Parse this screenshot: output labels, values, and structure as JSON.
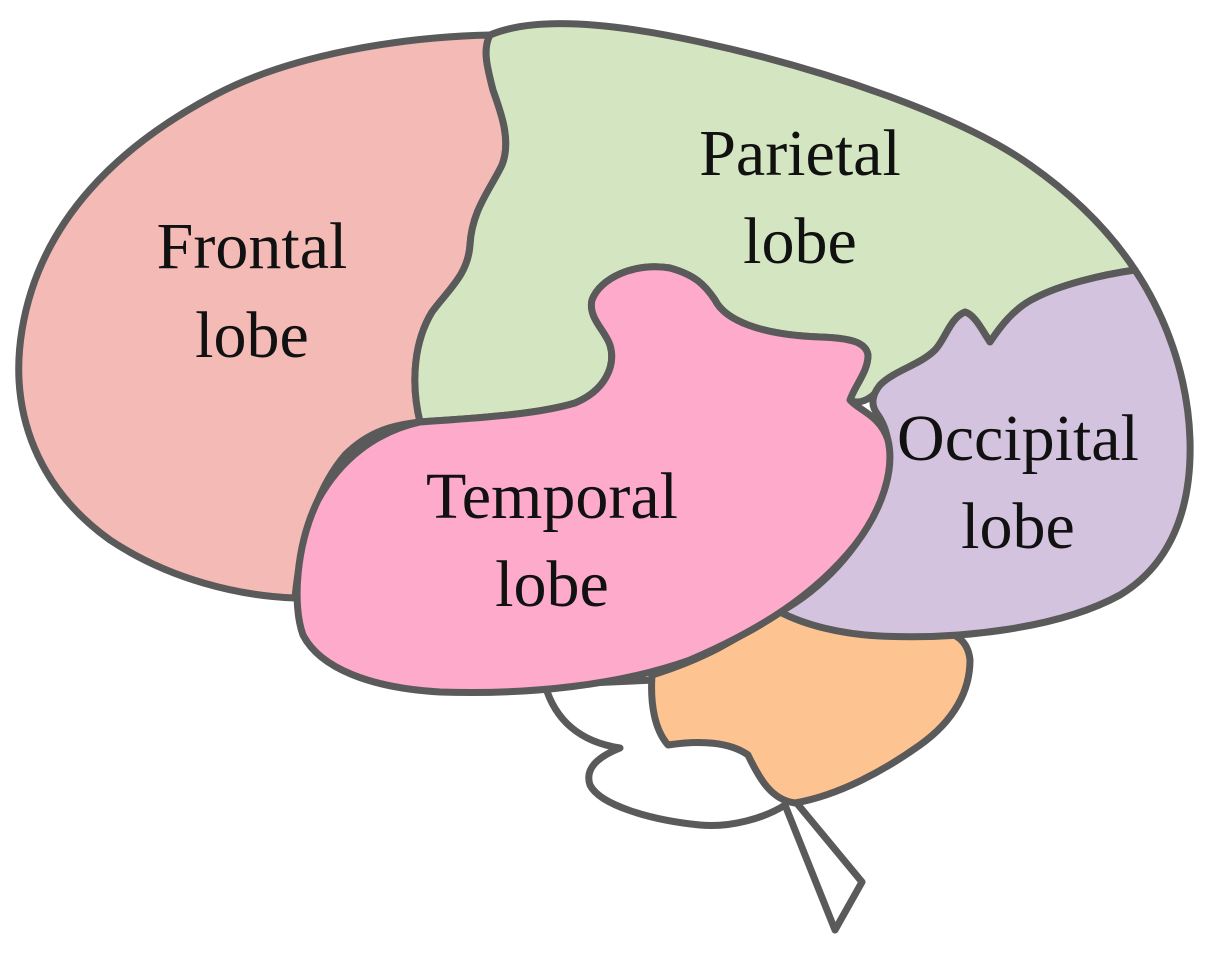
{
  "colors": {
    "frontal": "#f4bab6",
    "parietal": "#d4e6c1",
    "occipital": "#d3c3de",
    "temporal": "#fdaacb",
    "cerebellum": "#fdc492",
    "brainstem": "#ffffff",
    "outline": "#5a5a5a",
    "text": "#111111"
  },
  "labels": {
    "frontal": [
      "Frontal",
      "lobe"
    ],
    "parietal": [
      "Parietal",
      "lobe"
    ],
    "occipital": [
      "Occipital",
      "lobe"
    ],
    "temporal": [
      "Temporal",
      "lobe"
    ]
  }
}
